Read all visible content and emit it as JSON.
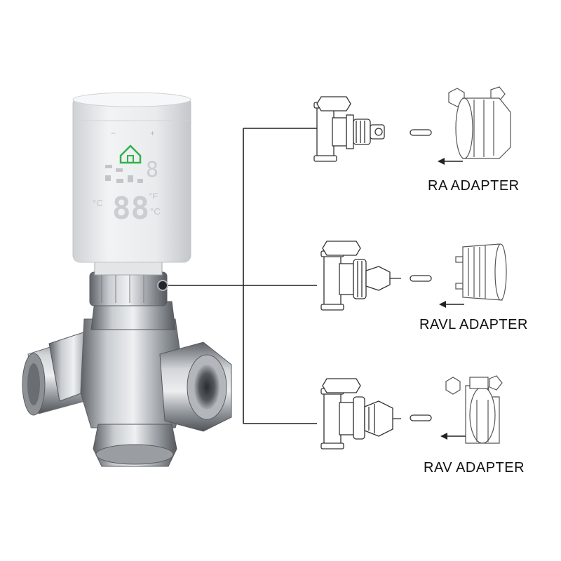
{
  "device": {
    "display_digits_small": "8",
    "display_digits_large": "88",
    "display_unit_c": "°C",
    "display_unit_f": "°F",
    "plus_symbol": "+",
    "minus_symbol": "−"
  },
  "adapters": [
    {
      "label": "RA ADAPTER"
    },
    {
      "label": "RAVL ADAPTER"
    },
    {
      "label": "RAV ADAPTER"
    }
  ],
  "colors": {
    "home_icon": "#2fb34a",
    "line": "#222222",
    "metal_dark": "#6e7378",
    "metal_light": "#d9dcdf",
    "thermostat_body": "#e9eaec"
  }
}
